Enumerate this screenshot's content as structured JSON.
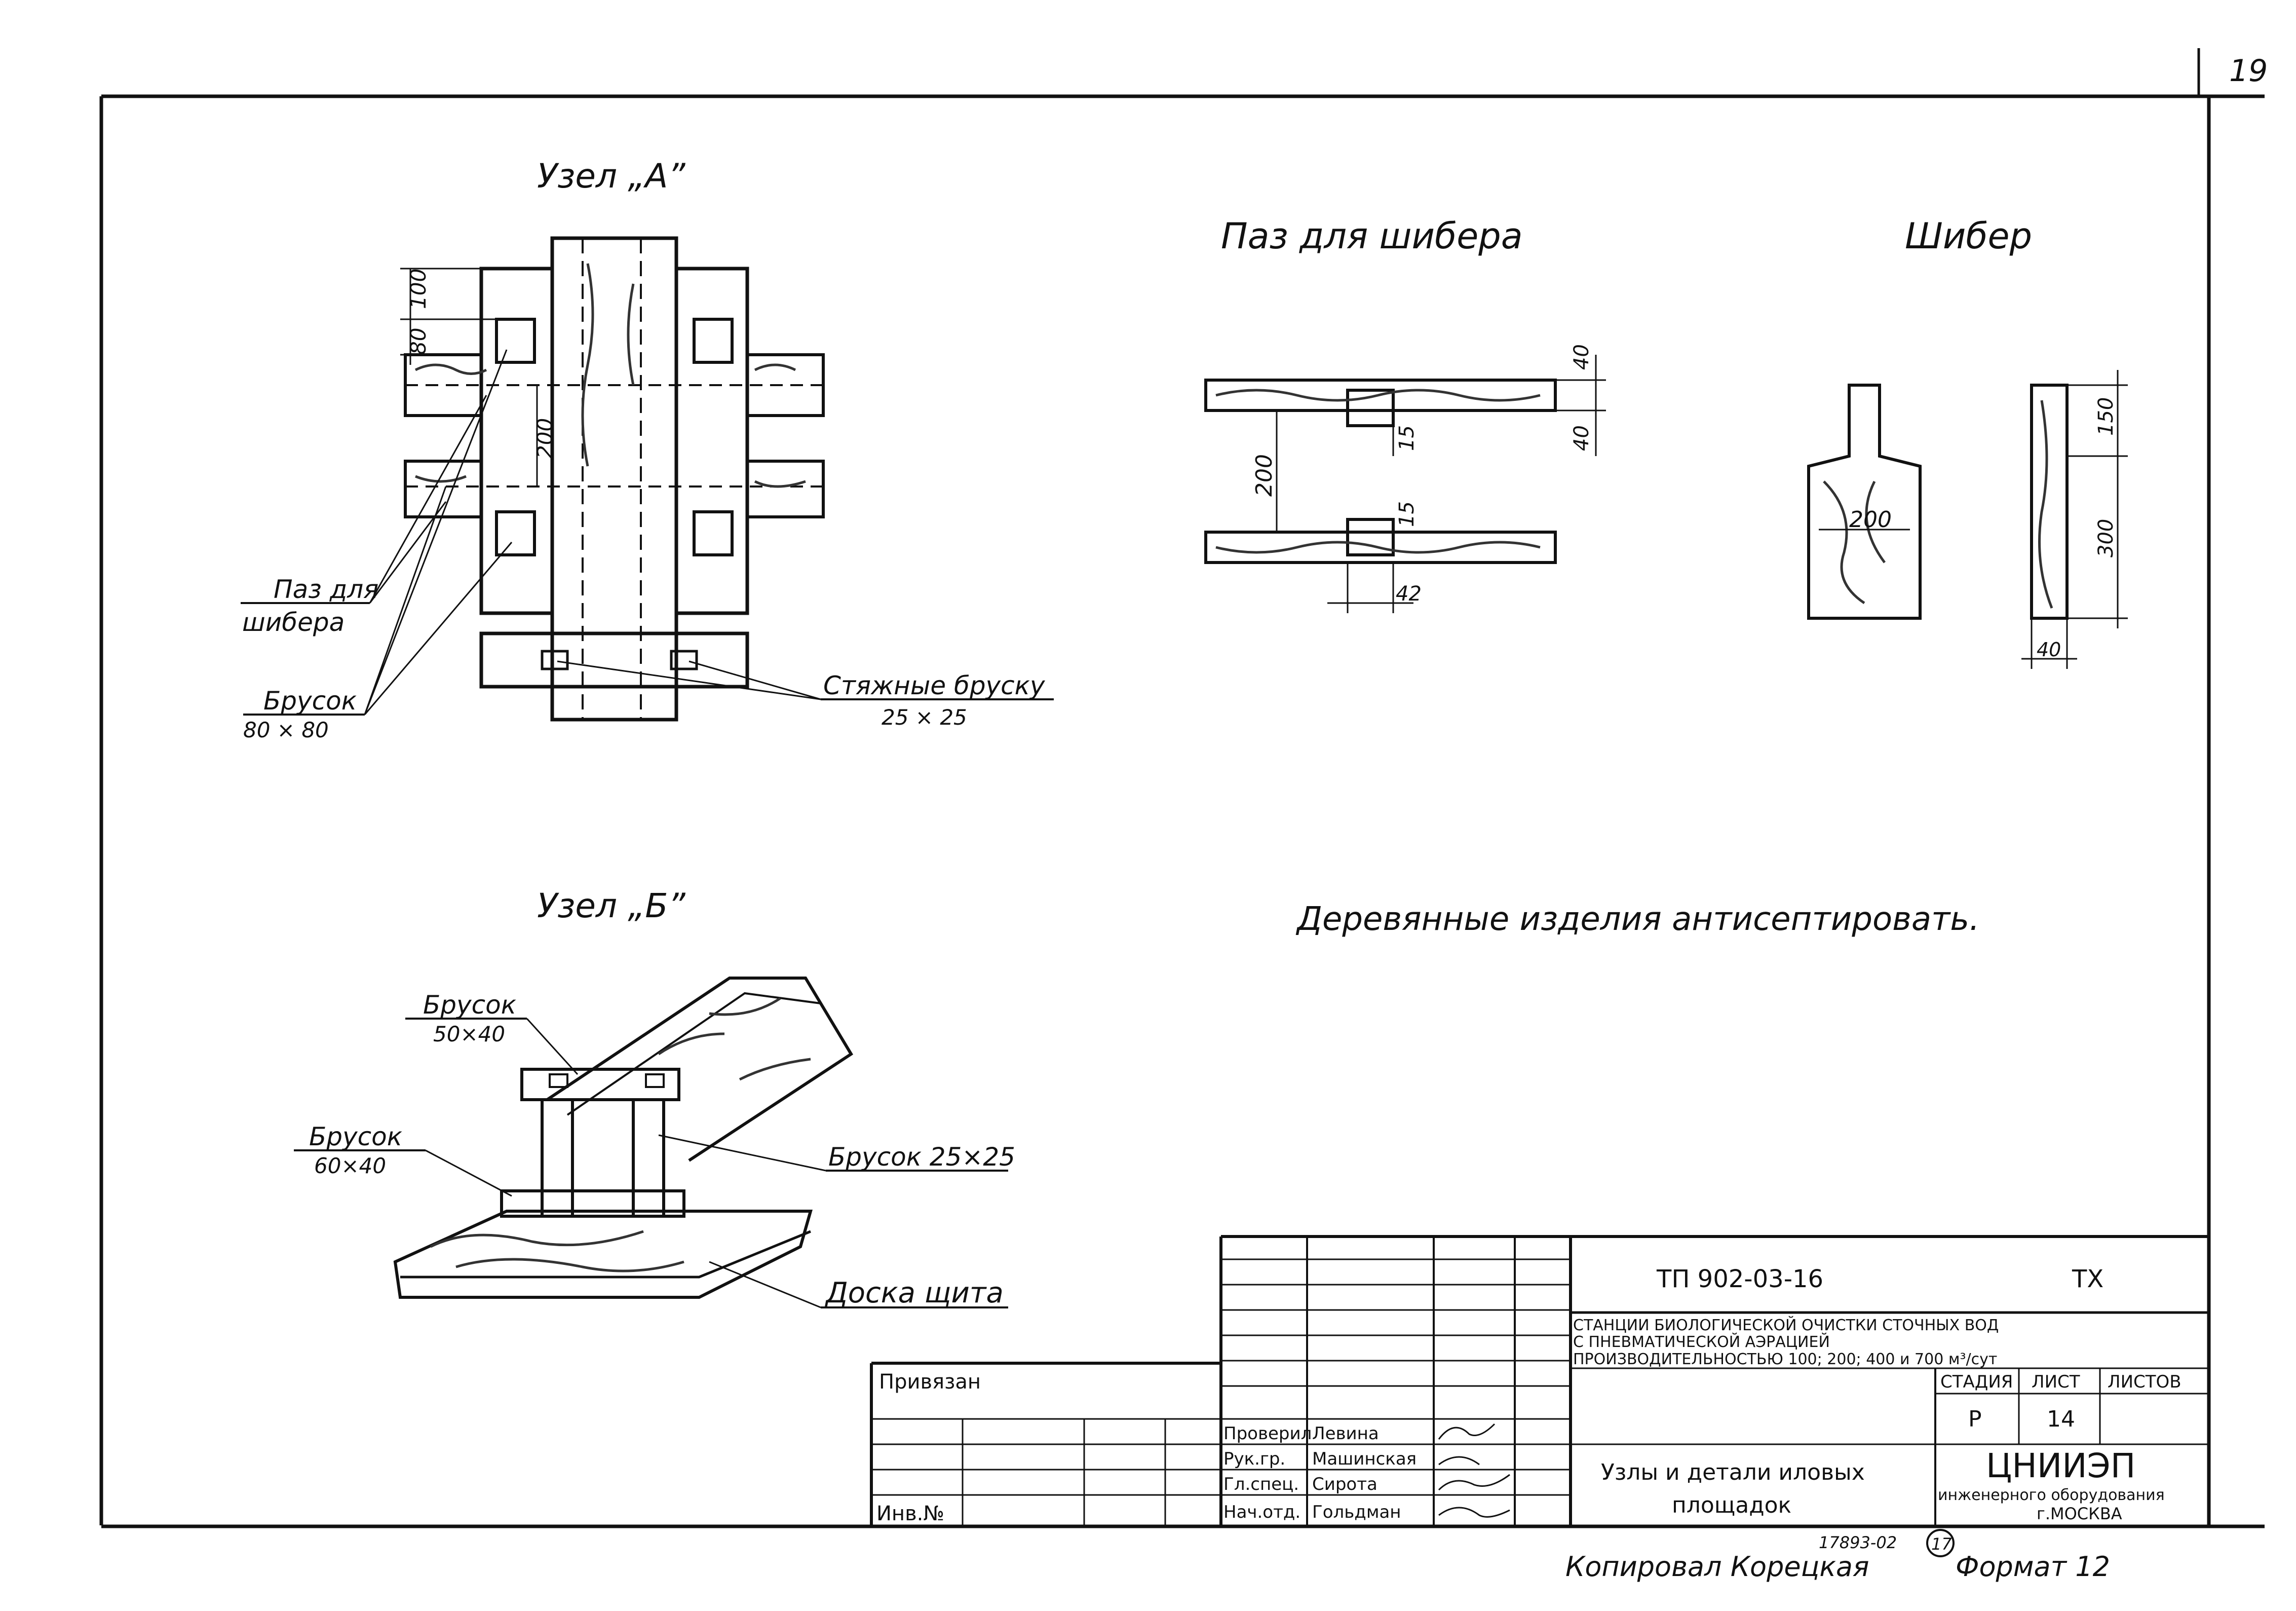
{
  "page_corner": "19",
  "node_a": {
    "title": "Узел „А”",
    "dims": {
      "d100": "100",
      "d80": "80",
      "d200": "200"
    },
    "labels": {
      "paz_line1": "Паз для",
      "paz_line2": "шибера",
      "brusok": "Брусок",
      "brusok_size": "80 × 80",
      "styazhnye": "Стяжные бруску",
      "styazhnye_size": "25 × 25"
    }
  },
  "paz": {
    "title": "Паз для   шибера",
    "dims": {
      "d40a": "40",
      "d40b": "40",
      "d15a": "15",
      "d15b": "15",
      "d200": "200",
      "d42": "42"
    }
  },
  "shiber": {
    "title": "Шибер",
    "dims": {
      "d200": "200",
      "d150": "150",
      "d300": "300",
      "d40": "40"
    }
  },
  "node_b": {
    "title": "Узел „Б”",
    "labels": {
      "brusok_top": "Брусок",
      "brusok_top_size": "50×40",
      "brusok_left": "Брусок",
      "brusok_left_size": "60×40",
      "brusok_25": "Брусок 25×25",
      "doska": "Доска щита"
    }
  },
  "note": "Деревянные изделия антисептировать.",
  "title_block": {
    "code": "ТП   902-03-16",
    "mark": "ТХ",
    "desc_line1": "СТАНЦИИ БИОЛОГИЧЕСКОЙ ОЧИСТКИ СТОЧНЫХ ВОД",
    "desc_line2": "С ПНЕВМАТИЧЕСКОЙ АЭРАЦИЕЙ",
    "desc_line3": "ПРОИЗВОДИТЕЛЬНОСТЬЮ  100; 200; 400 и 700 м³/сут",
    "stage_header": "СТАДИЯ",
    "sheet_header": "ЛИСТ",
    "sheets_header": "ЛИСТОВ",
    "stage": "Р",
    "sheet": "14",
    "sheet_title_line1": "Узлы и детали иловых",
    "sheet_title_line2": "площадок",
    "org": "ЦНИИЭП",
    "org_line2": "инженерного оборудования",
    "org_line3": "г.МОСКВА",
    "privyazan": "Привязан",
    "inv": "Инв.№",
    "roles": [
      {
        "role": "Проверил",
        "name": "Левина"
      },
      {
        "role": "Рук.гр.",
        "name": "Машинская"
      },
      {
        "role": "Гл.спец.",
        "name": "Сирота"
      },
      {
        "role": "Нач.отд.",
        "name": "Гольдман"
      }
    ]
  },
  "footer": {
    "copied": "Копировал  Корецкая",
    "number": "17893-02",
    "circled": "17",
    "format": "Формат 12"
  }
}
